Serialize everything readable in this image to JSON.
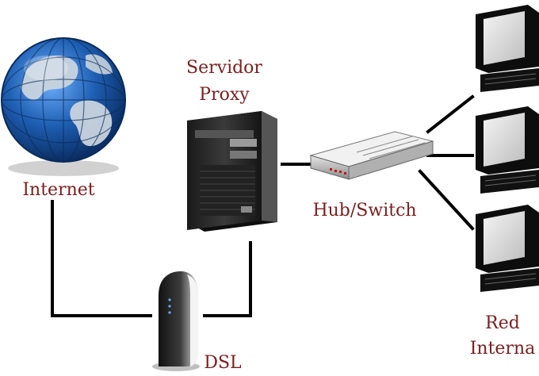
{
  "labels": {
    "internet": "Internet",
    "proxy_line1": "Servidor",
    "proxy_line2": "Proxy",
    "hub": "Hub/Switch",
    "dsl": "DSL",
    "lan_line1": "Red",
    "lan_line2": "Interna"
  },
  "colors": {
    "label_text": "#7a1f1f",
    "wire": "#000000",
    "globe_ocean": "#1e5fb3",
    "globe_land": "#c9d4de"
  },
  "icons": {
    "internet": "globe-icon",
    "proxy": "server-tower-icon",
    "hub": "network-switch-icon",
    "dsl": "dsl-modem-icon",
    "workstation": "desktop-computer-icon"
  }
}
